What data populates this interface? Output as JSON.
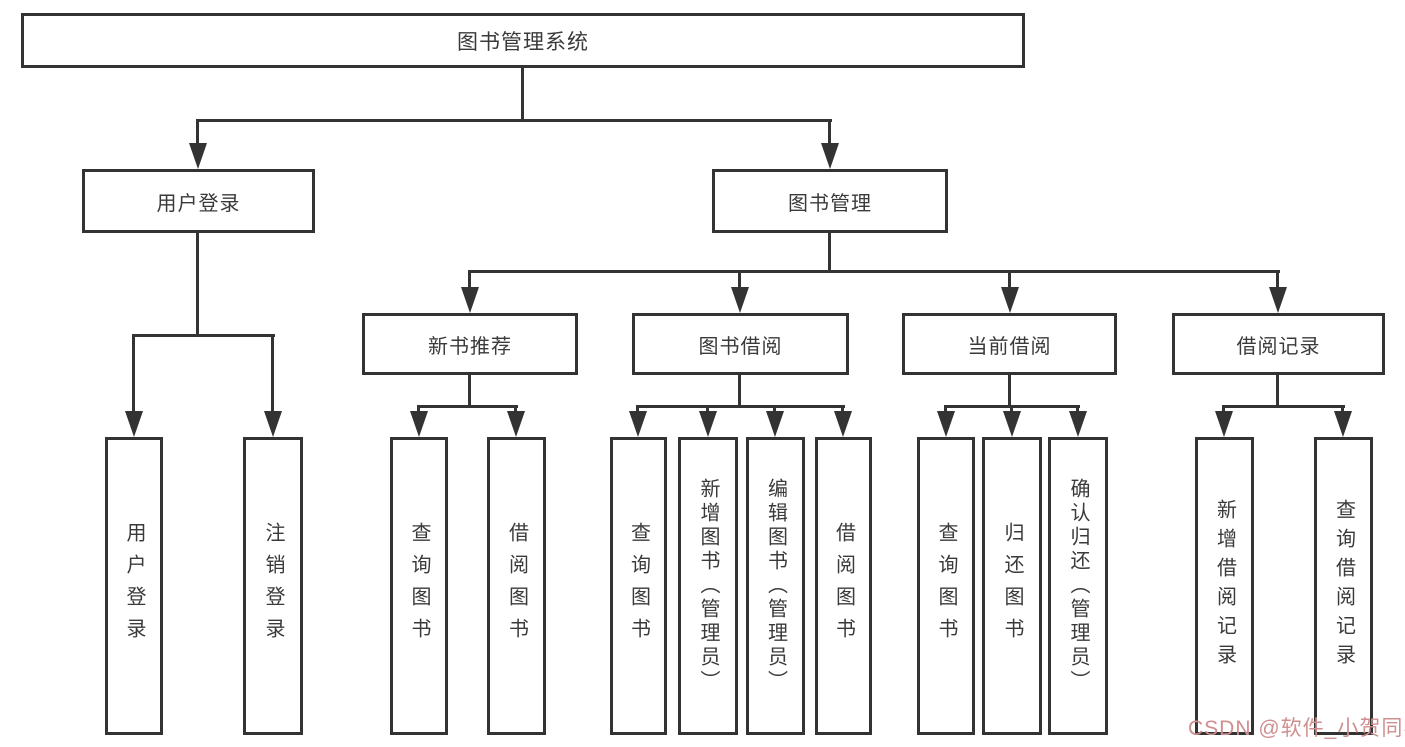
{
  "diagram": {
    "root": {
      "label": "图书管理系统"
    },
    "branches": [
      {
        "label": "用户登录",
        "children": [
          {
            "label": "用户登录"
          },
          {
            "label": "注销登录"
          }
        ]
      },
      {
        "label": "图书管理",
        "children": [
          {
            "label": "新书推荐",
            "children": [
              {
                "label": "查询图书"
              },
              {
                "label": "借阅图书"
              }
            ]
          },
          {
            "label": "图书借阅",
            "children": [
              {
                "label": "查询图书"
              },
              {
                "label": "新增图书（管理员）"
              },
              {
                "label": "编辑图书（管理员）"
              },
              {
                "label": "借阅图书"
              }
            ]
          },
          {
            "label": "当前借阅",
            "children": [
              {
                "label": "查询图书"
              },
              {
                "label": "归还图书"
              },
              {
                "label": "确认归还（管理员）"
              }
            ]
          },
          {
            "label": "借阅记录",
            "children": [
              {
                "label": "新增借阅记录"
              },
              {
                "label": "查询借阅记录"
              }
            ]
          }
        ]
      }
    ]
  },
  "watermark": {
    "text": "CSDN @软件_小贺同学"
  },
  "colors": {
    "line": "#333333",
    "border": "#333333",
    "text": "#3a3a3a",
    "background": "#ffffff",
    "watermark": "#d08f8f"
  }
}
